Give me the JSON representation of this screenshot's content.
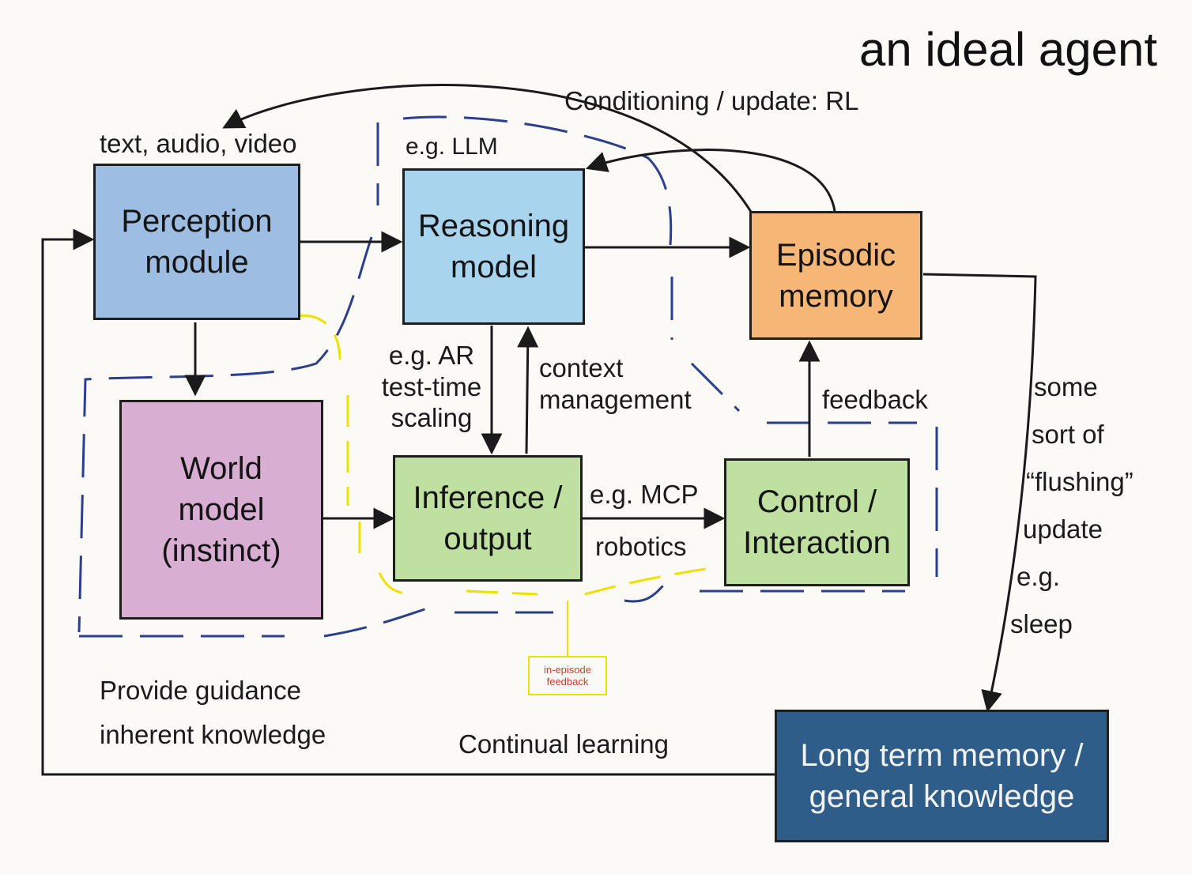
{
  "title": "an ideal agent",
  "modules": {
    "perception": {
      "line1": "Perception",
      "line2": "module",
      "color": "#9dbde2"
    },
    "reasoning": {
      "line1": "Reasoning",
      "line2": "model",
      "color": "#a9d4ee"
    },
    "episodic": {
      "line1": "Episodic",
      "line2": "memory",
      "color": "#f5b676"
    },
    "world": {
      "line1": "World",
      "line2": "model",
      "line3": "(instinct)",
      "color": "#d8aed3"
    },
    "inference": {
      "line1": "Inference /",
      "line2": "output",
      "color": "#bfe0a0"
    },
    "control": {
      "line1": "Control /",
      "line2": "Interaction",
      "color": "#bfe0a0"
    },
    "longterm": {
      "line1": "Long term memory /",
      "line2": "general knowledge",
      "color": "#2e5d8a"
    }
  },
  "labels": {
    "conditioning": "Conditioning / update: RL",
    "inputs": "text, audio, video",
    "llm": "e.g. LLM",
    "ar": [
      "e.g. AR",
      "test-time",
      "scaling"
    ],
    "context": [
      "context",
      "management"
    ],
    "feedback": "feedback",
    "mcp": "e.g. MCP",
    "robotics": "robotics",
    "flushing": [
      "some",
      "sort of",
      "“flushing”",
      "update",
      "e.g.",
      "sleep"
    ],
    "guidance": [
      "Provide guidance",
      "inherent knowledge"
    ],
    "continual": "Continual learning",
    "in_episode": [
      "in-episode",
      "feedback"
    ]
  },
  "colors": {
    "arrow": "#1a1a1a",
    "dashed_blue": "#2a3f8f",
    "dashed_yellow": "#f0e000",
    "note_text": "#d33a2c"
  }
}
